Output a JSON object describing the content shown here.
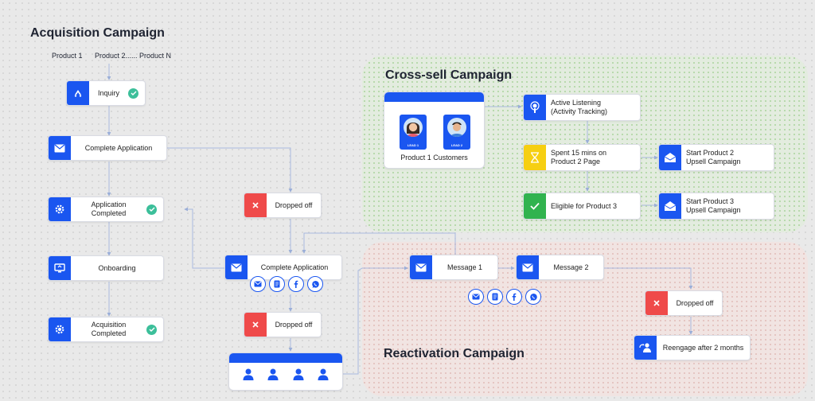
{
  "titles": {
    "acquisition": "Acquisition Campaign",
    "cross_sell": "Cross-sell Campaign",
    "reactivation": "Reactivation Campaign"
  },
  "products_header": {
    "p1": "Product 1",
    "p2_to_n": "Product 2...... Product N"
  },
  "acquisition": {
    "inquiry": "Inquiry",
    "complete_application": "Complete Application",
    "application_completed": "Application Completed",
    "onboarding": "Onboarding",
    "acquisition_completed": "Acquisition Completed"
  },
  "follow_up": {
    "dropped_off_top": "Dropped off",
    "complete_application": "Complete Application",
    "dropped_off_bottom": "Dropped off"
  },
  "cross_sell": {
    "customers_card": {
      "label": "Product 1 Customers",
      "leads": [
        "LEAD 1",
        "LEAD 2"
      ]
    },
    "active_listening": "Active Listening\n(Activity Tracking)",
    "spent_15": "Spent 15 mins on\nProduct 2 Page",
    "start_product_2": "Start Product 2\nUpsell Campaign",
    "eligible_3": "Eligible for Product 3",
    "start_product_3": "Start Product 3\nUpsell Campaign"
  },
  "reactivation": {
    "message_1": "Message 1",
    "message_2": "Message 2",
    "dropped_off": "Dropped off",
    "reengage": "Reengage after 2 months"
  },
  "channels": [
    "email-icon",
    "document-icon",
    "facebook-icon",
    "whatsapp-icon"
  ],
  "colors": {
    "accent_blue": "#1a56f0",
    "alert_red": "#ef4a4a",
    "timer_yellow": "#f6cf12",
    "success_green": "#31b34f",
    "check_teal": "#3cbf9a"
  }
}
